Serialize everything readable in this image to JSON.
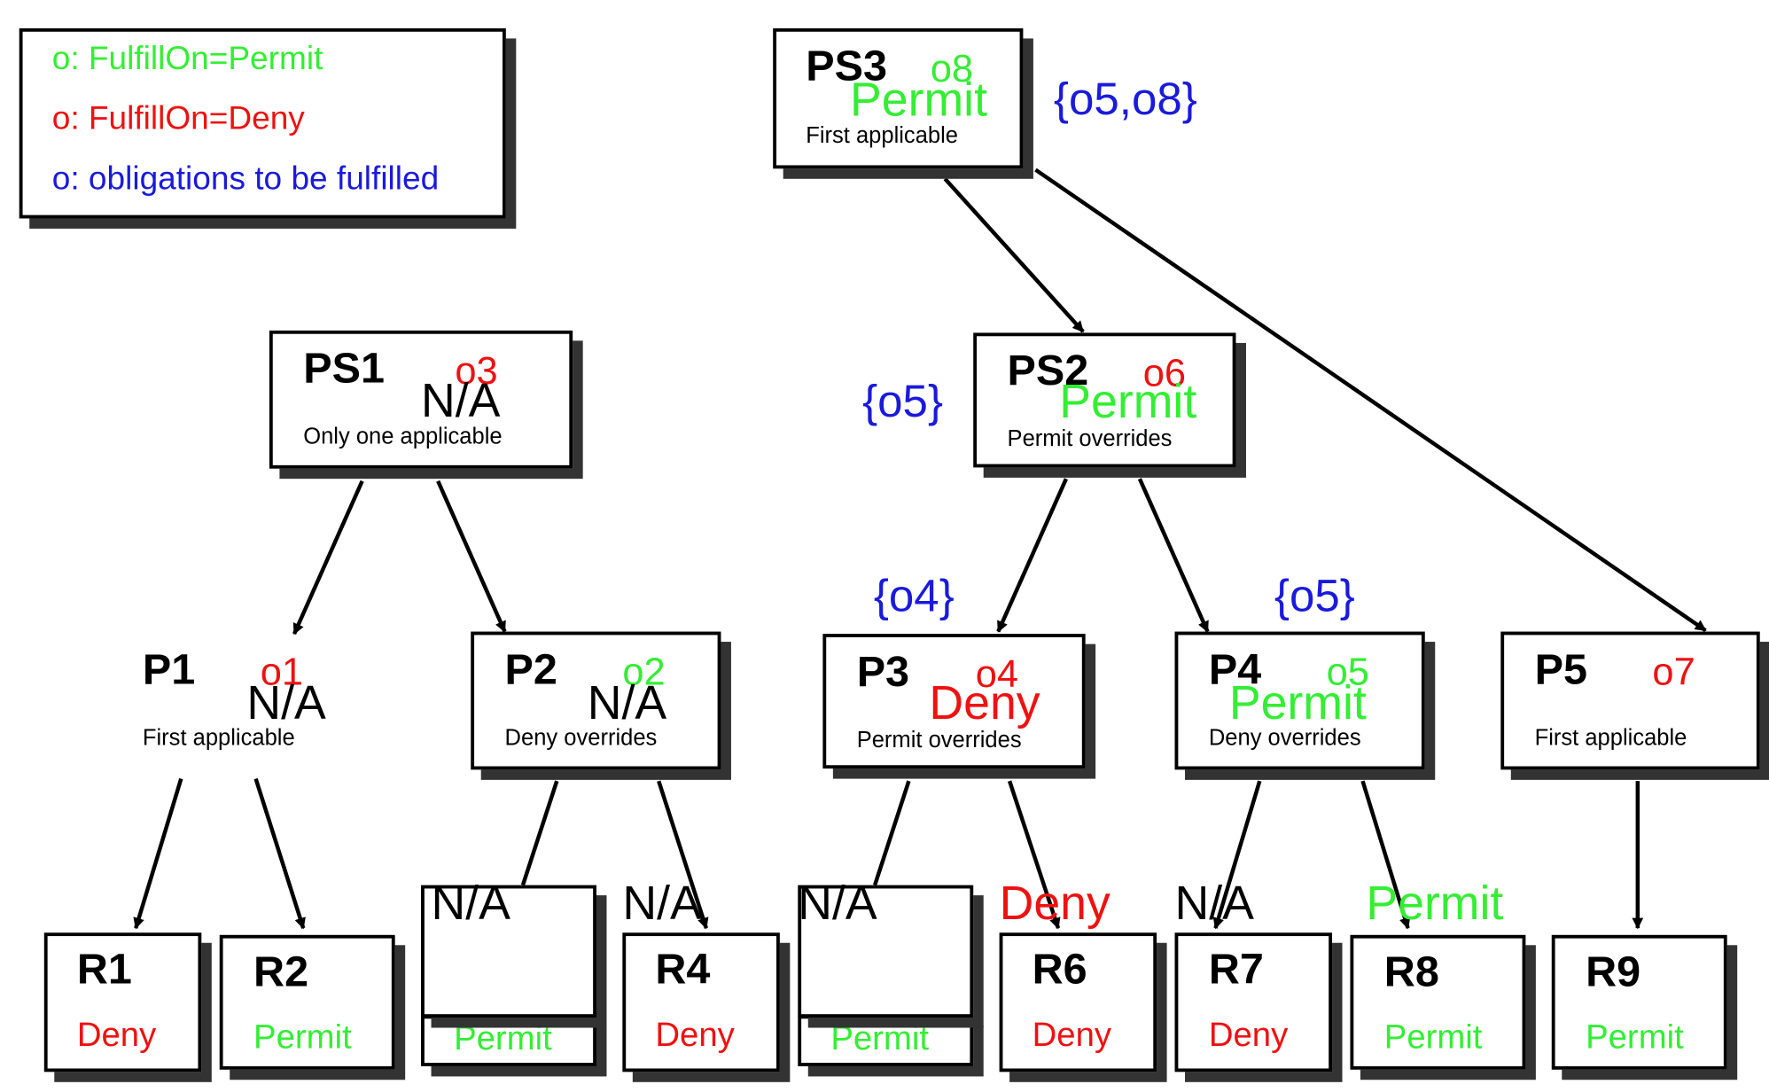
{
  "legend": {
    "permit_line": "o: FulfillOn=Permit",
    "deny_line": "o: FulfillOn=Deny",
    "fulfilled_line": "o: obligations to be fulfilled"
  },
  "colors": {
    "permit": "#33ee33",
    "deny": "#ee1111",
    "fulfilled": "#1a1adc",
    "text": "#000000"
  },
  "nodes": {
    "ps3": {
      "name": "PS3",
      "obligation": "o8",
      "decision": "Permit",
      "algorithm": "First applicable",
      "fulfilled": "{o5,o8}"
    },
    "ps1": {
      "name": "PS1",
      "obligation": "o3",
      "decision": "N/A",
      "algorithm": "Only one applicable"
    },
    "ps2": {
      "name": "PS2",
      "obligation": "o6",
      "decision": "Permit",
      "algorithm": "Permit overrides",
      "fulfilled": "{o5}"
    },
    "p1": {
      "name": "P1",
      "obligation": "o1",
      "decision": "N/A",
      "algorithm": "First applicable"
    },
    "p2": {
      "name": "P2",
      "obligation": "o2",
      "decision": "N/A",
      "algorithm": "Deny overrides"
    },
    "p3": {
      "name": "P3",
      "obligation": "o4",
      "decision": "Deny",
      "algorithm": "Permit overrides",
      "fulfilled": "{o4}"
    },
    "p4": {
      "name": "P4",
      "obligation": "o5",
      "decision": "Permit",
      "algorithm": "Deny overrides",
      "fulfilled": "{o5}"
    },
    "p5": {
      "name": "P5",
      "obligation": "o7",
      "algorithm": "First applicable"
    }
  },
  "rules": {
    "r1": {
      "name": "R1",
      "effect": "Deny"
    },
    "r2": {
      "name": "R2",
      "effect": "Permit"
    },
    "r3": {
      "effect": "Permit",
      "decision": "N/A"
    },
    "r4": {
      "name": "R4",
      "effect": "Deny",
      "decision": "N/A"
    },
    "r5": {
      "effect": "Permit",
      "decision": "N/A"
    },
    "r6": {
      "name": "R6",
      "effect": "Deny",
      "decision": "Deny"
    },
    "r7": {
      "name": "R7",
      "effect": "Deny",
      "decision": "N/A"
    },
    "r8": {
      "name": "R8",
      "effect": "Permit",
      "decision": "Permit"
    },
    "r9": {
      "name": "R9",
      "effect": "Permit"
    }
  }
}
